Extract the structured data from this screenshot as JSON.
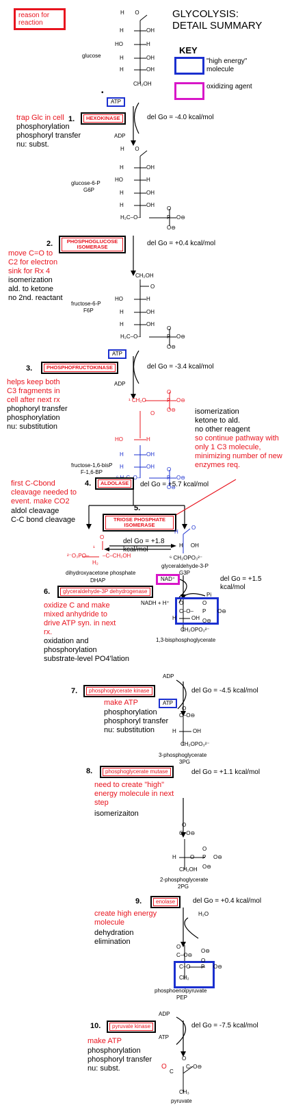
{
  "header": {
    "reason_label": "reason for reaction",
    "title_line1": "GLYCOLYSIS:",
    "title_line2": "DETAIL SUMMARY"
  },
  "key": {
    "title": "KEY",
    "high_energy": "\"high energy\" molecule",
    "oxidizing": "oxidizing agent",
    "colors": {
      "high_energy": "#1a2fcf",
      "oxidizing": "#d816c8",
      "reason": "#e8141e"
    }
  },
  "molecules": {
    "glucose": "glucose",
    "g6p": "glucose-6-P",
    "g6p_abbr": "G6P",
    "f6p": "fructose-6-P",
    "f6p_abbr": "F6P",
    "f16bp": "fructose-1,6-bisP",
    "f16bp_abbr": "F-1,6-BP",
    "dhap": "dihydroxyacetone phosphate",
    "dhap_abbr": "DHAP",
    "g3p": "glyceraldehyde-3-P",
    "g3p_abbr": "G3P",
    "bpg": "1,3-bisphosphoglycerate",
    "pg3": "3-phosphoglycerate",
    "pg3_abbr": "3PG",
    "pg2": "2-phosphoglycerate",
    "pg2_abbr": "2PG",
    "pep": "phosphoenolpyruvate",
    "pep_abbr": "PEP",
    "pyruvate": "pyruvate"
  },
  "cofactors": {
    "atp": "ATP",
    "adp": "ADP",
    "nad": "NAD⁺",
    "nadh": "NADH + H⁺",
    "pi": "Pi",
    "h2o": "H₂O"
  },
  "steps": [
    {
      "num": "1.",
      "enzyme": "HEXOKINASE",
      "dg": "del Go = -4.0 kcal/mol",
      "reason": "trap Glc in cell",
      "notes": [
        "phosphorylation",
        "phosphoryl transfer",
        "nu: subst."
      ]
    },
    {
      "num": "2.",
      "enzyme": "PHOSPHOGLUCOSE ISOMERASE",
      "dg": "del Go = +0.4  kcal/mol",
      "reason": "move C=O to C2 for electron sink for Rx 4",
      "notes": [
        "isomerization",
        "ald. to ketone",
        "no 2nd. reactant"
      ]
    },
    {
      "num": "3.",
      "enzyme": "PHOSPHOFRUCTOKINASE",
      "dg": "del Go = -3.4  kcal/mol",
      "reason": "helps keep both C3 fragments in cell after next rx",
      "notes": [
        "phophoryl transfer",
        "phosphorylation",
        "nu: substitution"
      ]
    },
    {
      "num": "4.",
      "enzyme": "ALDOLASE",
      "dg": "del Go = +5.7  kcal/mol",
      "reason": "first C-Cbond cleavage needed to event. make CO2",
      "notes": [
        "aldol cleavage",
        "C-C bond cleavage"
      ]
    },
    {
      "num": "5.",
      "enzyme": "TRIOSE PHOSPHATE ISOMERASE",
      "dg": "del Go = +1.8 kcal/mol",
      "reason": "so continue pathway with only 1 C3 molecule, minimizing number of new enzymes req.",
      "notes": [
        "isomerization",
        "ketone to ald.",
        "no other reagent"
      ]
    },
    {
      "num": "6.",
      "enzyme": "glyceraldehyde-3P dehydrogenase",
      "dg": "del Go = +1.5 kcal/mol",
      "reason": "oxidize C and make mixed anhydride to drive ATP syn. in next rx.",
      "notes": [
        "oxidation and",
        "phosphorylation",
        "substrate-level PO4'lation"
      ]
    },
    {
      "num": "7.",
      "enzyme": "phosphoglycerate kinase",
      "dg": "del Go = -4.5 kcal/mol",
      "reason": "make ATP",
      "notes": [
        "phosphorylation",
        "phosphoryl transfer",
        "nu: substitution"
      ]
    },
    {
      "num": "8.",
      "enzyme": "phosphoglycerate mutase",
      "dg": "del Go = +1.1 kcal/mol",
      "reason": "need to create \"high\" energy molecule in next step",
      "notes": [
        "isomerizaiton"
      ]
    },
    {
      "num": "9.",
      "enzyme": "enolase",
      "dg": "del Go = +0.4 kcal/mol",
      "reason": "create high energy molecule",
      "notes": [
        "dehydration",
        "elimination"
      ]
    },
    {
      "num": "10.",
      "enzyme": "pyruvate kinase",
      "dg": "del Go = -7.5 kcal/mol",
      "reason": "make ATP",
      "notes": [
        "phosphorylation",
        "phosphoryl transfer",
        "nu: subst."
      ]
    }
  ]
}
